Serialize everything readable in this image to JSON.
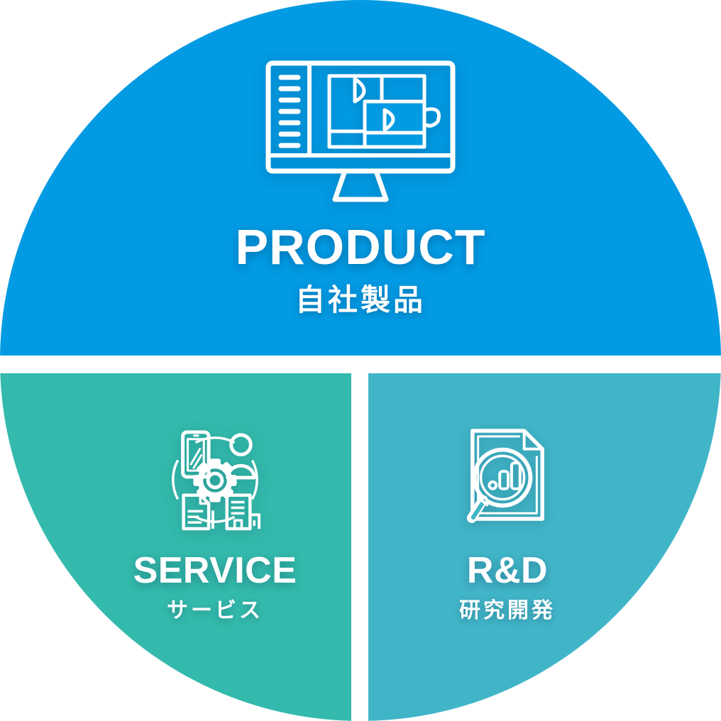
{
  "diagram": {
    "background_color": "#ffffff",
    "text_color": "#ffffff",
    "icon_color": "#ffffff",
    "segments": [
      {
        "id": "product",
        "title": "PRODUCT",
        "subtitle": "自社製品",
        "color": "#029AE3",
        "icon": "monitor-design-icon"
      },
      {
        "id": "service",
        "title": "SERVICE",
        "subtitle": "サービス",
        "color": "#33BAAC",
        "icon": "service-network-icon"
      },
      {
        "id": "rd",
        "title": "R&D",
        "subtitle": "研究開発",
        "color": "#41B5C8",
        "icon": "document-analysis-icon"
      }
    ]
  }
}
